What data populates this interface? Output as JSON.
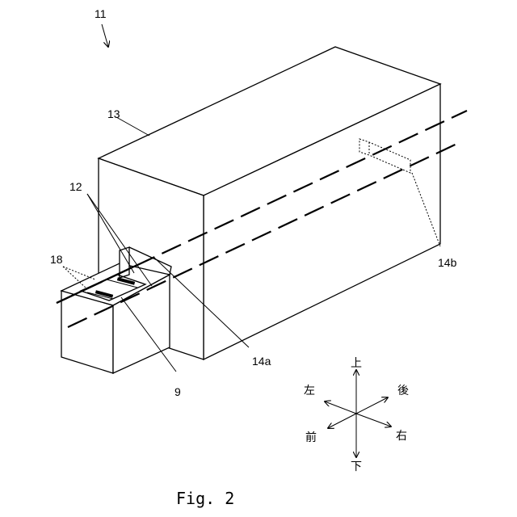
{
  "figure": {
    "caption": "Fig. 2",
    "labels": {
      "assembly": "11",
      "housing": "13",
      "rails": "12",
      "slots": "18",
      "tray": "9",
      "beam_front": "14a",
      "beam_rear": "14b"
    },
    "directions": {
      "up": "上",
      "down": "下",
      "left": "左",
      "right": "右",
      "front": "前",
      "back": "後"
    }
  }
}
